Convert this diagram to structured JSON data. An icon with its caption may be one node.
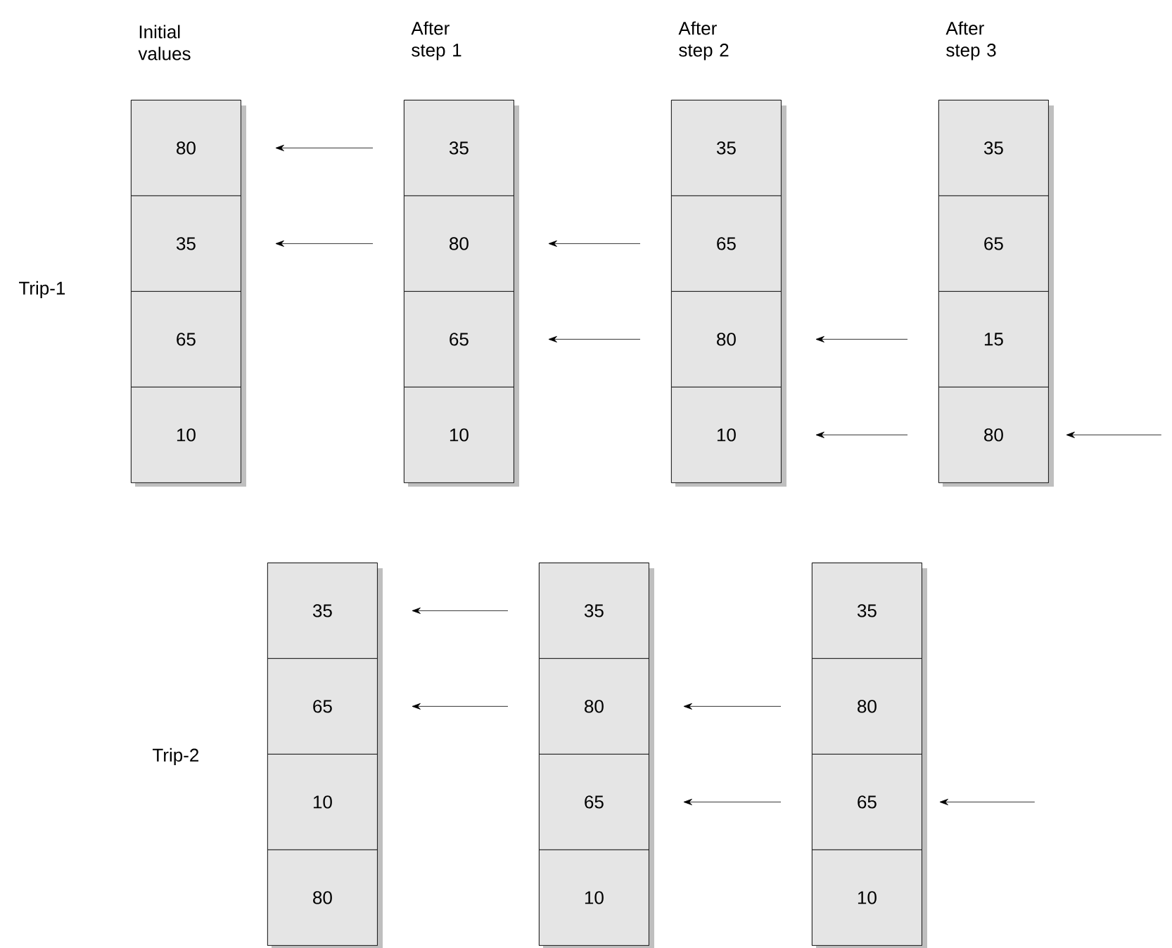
{
  "diagram": {
    "nodes": [
      {
        "text": [
          "Initial values"
        ]
      },
      {
        "text": [
          "80"
        ],
        "in": 0
      },
      {
        "text": [
          "35"
        ],
        "in": 0
      },
      {
        "text": [
          "65"
        ],
        "in": 0
      },
      {
        "text": [
          "10"
        ],
        "in": 0
      },
      {
        "text": [
          "After step 1"
        ]
      },
      {
        "text": [
          "35"
        ],
        "in": 5
      },
      {
        "text": [
          "80"
        ],
        "in": 5
      },
      {
        "text": [
          "65"
        ],
        "in": 5
      },
      {
        "text": [
          "10"
        ],
        "in": 5
      },
      {
        "text": [
          "After step 2"
        ]
      },
      {
        "text": [
          "35"
        ],
        "in": 10
      },
      {
        "text": [
          "65"
        ],
        "in": 10
      },
      {
        "text": [
          "80"
        ],
        "in": 10
      },
      {
        "text": [
          "10"
        ],
        "in": 10
      },
      {
        "text": [
          "After step 3"
        ]
      },
      {
        "text": [
          "35"
        ],
        "in": 15
      },
      {
        "text": [
          "65"
        ],
        "in": 15
      },
      {
        "text": [
          "15"
        ],
        "in": 15
      },
      {
        "text": [
          "80"
        ],
        "in": 15
      },
      {
        "text": [],
        "shape": "box"
      },
      {
        "text": [
          "35"
        ],
        "in": 20
      },
      {
        "text": [
          "65"
        ],
        "in": 20
      },
      {
        "text": [
          "10"
        ],
        "in": 20
      },
      {
        "text": [
          "80"
        ],
        "in": 20
      },
      {
        "text": [],
        "shape": "box"
      },
      {
        "text": [
          "35"
        ],
        "in": 25
      },
      {
        "text": [
          "80"
        ],
        "in": 25
      },
      {
        "text": [
          "65"
        ],
        "in": 25
      },
      {
        "text": [
          "10"
        ],
        "in": 25
      },
      {
        "text": [],
        "shape": "box"
      },
      {
        "text": [
          "35"
        ],
        "in": 30
      },
      {
        "text": [
          "80"
        ],
        "in": 30
      },
      {
        "text": [
          "65"
        ],
        "in": 30
      },
      {
        "text": [
          "10"
        ],
        "in": 30
      }
    ],
    "edges": [
      {
        "from": 6,
        "to": 1,
        "arrow": "to"
      },
      {
        "from": 7,
        "to": 2,
        "arrow": "to"
      },
      {
        "from": 12,
        "to": 7,
        "arrow": "to"
      },
      {
        "from": 13,
        "to": 8,
        "arrow": "to"
      },
      {
        "from": 18,
        "to": 13,
        "arrow": "to"
      },
      {
        "from": 19,
        "to": 14,
        "arrow": "to"
      },
      {
        "from": null,
        "to": 19,
        "arrow": "to"
      },
      {
        "from": 26,
        "to": 21,
        "arrow": "to"
      },
      {
        "from": 27,
        "to": 22,
        "arrow": "to"
      },
      {
        "from": 32,
        "to": 27,
        "arrow": "to"
      },
      {
        "from": 33,
        "to": 28,
        "arrow": "to"
      },
      {
        "from": null,
        "to": 33,
        "arrow": "to"
      }
    ],
    "labels": [
      "Trip-1",
      "Trip-2"
    ]
  }
}
